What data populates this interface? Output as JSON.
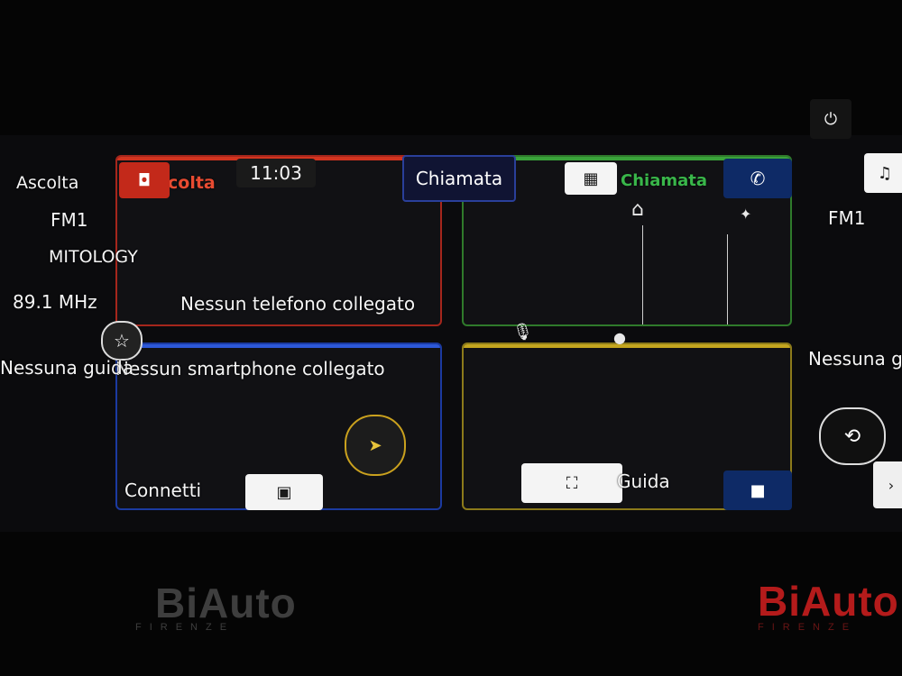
{
  "clock": "11:03",
  "listen": {
    "title": "Ascolta",
    "band": "FM1",
    "station": "MITOLOGY",
    "frequency": "89.1  MHz"
  },
  "call": {
    "title": "Chiamata",
    "status": "Nessun telefono collegato"
  },
  "smartphone": {
    "status": "Nessun smartphone collegato",
    "connect_label": "Connetti"
  },
  "guide": {
    "title": "Guida",
    "status": "Nessuna guida"
  },
  "side_left": {
    "label": "Nessuna guida"
  },
  "watermark": {
    "brand": "BiAuto",
    "city": "FIRENZE"
  },
  "colors": {
    "listen_accent": "#d2341f",
    "call_accent": "#3aa33a",
    "smartphone_accent": "#2d58d8",
    "guide_accent": "#c4a61f"
  },
  "icons": [
    "power-icon",
    "music-settings-icon",
    "home-icon",
    "microphone-icon",
    "keypad-icon",
    "phone-icon",
    "navigation-icon",
    "star-icon",
    "compass-icon",
    "settings-icon"
  ]
}
